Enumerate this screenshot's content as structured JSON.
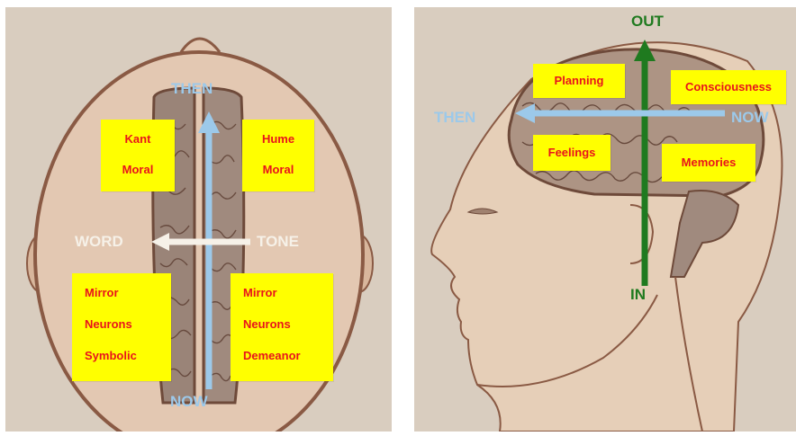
{
  "left_panel": {
    "arrow_vertical": {
      "top_label": "THEN",
      "bottom_label": "NOW"
    },
    "arrow_horizontal": {
      "left_label": "WORD",
      "right_label": "TONE"
    },
    "notes": {
      "top_left": [
        "Kant",
        "Moral"
      ],
      "top_right": [
        "Hume",
        "Moral"
      ],
      "bottom_left": [
        "Mirror",
        "Neurons",
        "Symbolic"
      ],
      "bottom_right": [
        "Mirror",
        "Neurons",
        "Demeanor"
      ]
    }
  },
  "right_panel": {
    "arrow_vertical": {
      "top_label": "OUT",
      "bottom_label": "IN"
    },
    "arrow_horizontal": {
      "left_label": "THEN",
      "right_label": "NOW"
    },
    "notes": {
      "planning": "Planning",
      "consciousness": "Consciousness",
      "feelings": "Feelings",
      "memories": "Memories"
    }
  },
  "colors": {
    "note_bg": "#ffff00",
    "note_text": "#e8141c",
    "blue_arrow": "#9cc9ea",
    "white_arrow": "#f6f1e8",
    "green_arrow": "#1f7a1f",
    "paper": "#d9cdbf"
  }
}
